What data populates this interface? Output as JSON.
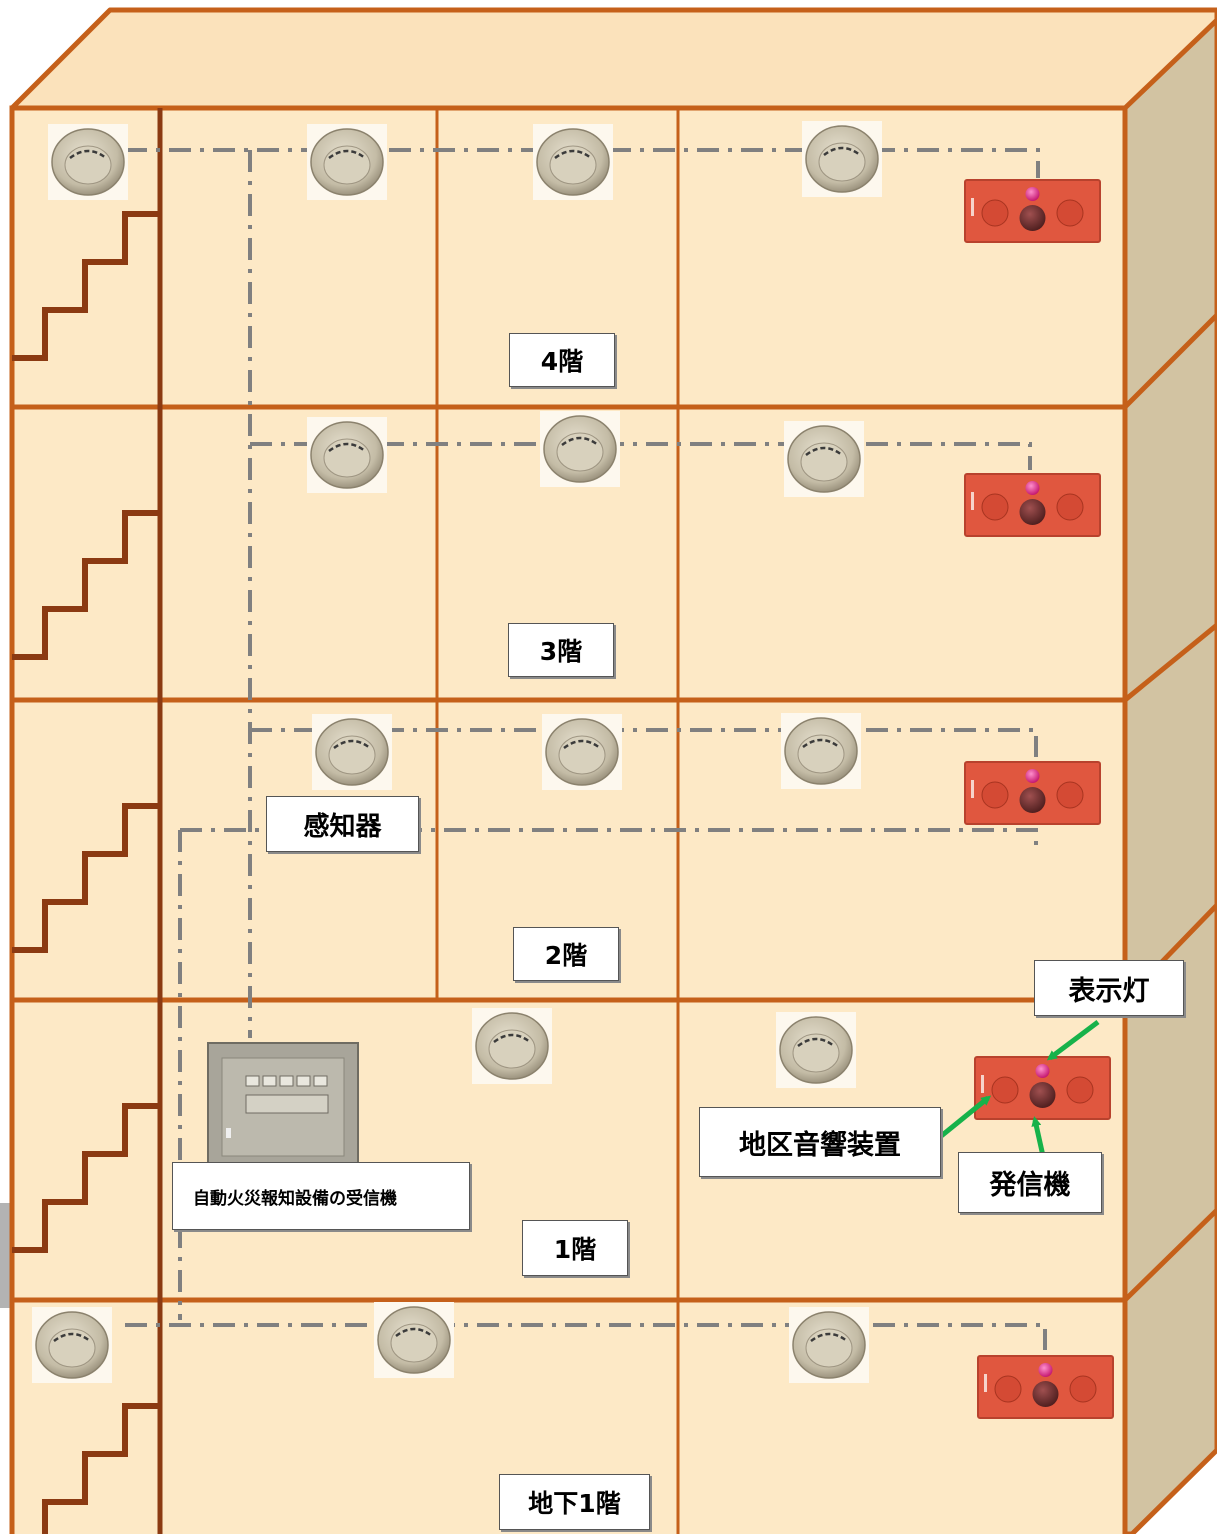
{
  "floors": [
    {
      "label": "4階"
    },
    {
      "label": "3階"
    },
    {
      "label": "2階"
    },
    {
      "label": "1階"
    },
    {
      "label": "地下1階"
    }
  ],
  "callouts": {
    "detector": "感知器",
    "receiver": "自動火災報知設備の受信機",
    "indicator_light": "表示灯",
    "alarm_bell": "地区音響装置",
    "transmitter": "発信機"
  },
  "colors": {
    "wall": "#c5601a",
    "floor_fill": "#fde9c6",
    "top_fill": "#fbe2bb",
    "side_fill": "#d2c3a2",
    "wiring": "#808080",
    "ground": "#b3b3b3",
    "panel_red": "#e0573f",
    "lamp": "#e0187e",
    "arrow": "#17b24a",
    "detector": "#c9c1ac"
  }
}
